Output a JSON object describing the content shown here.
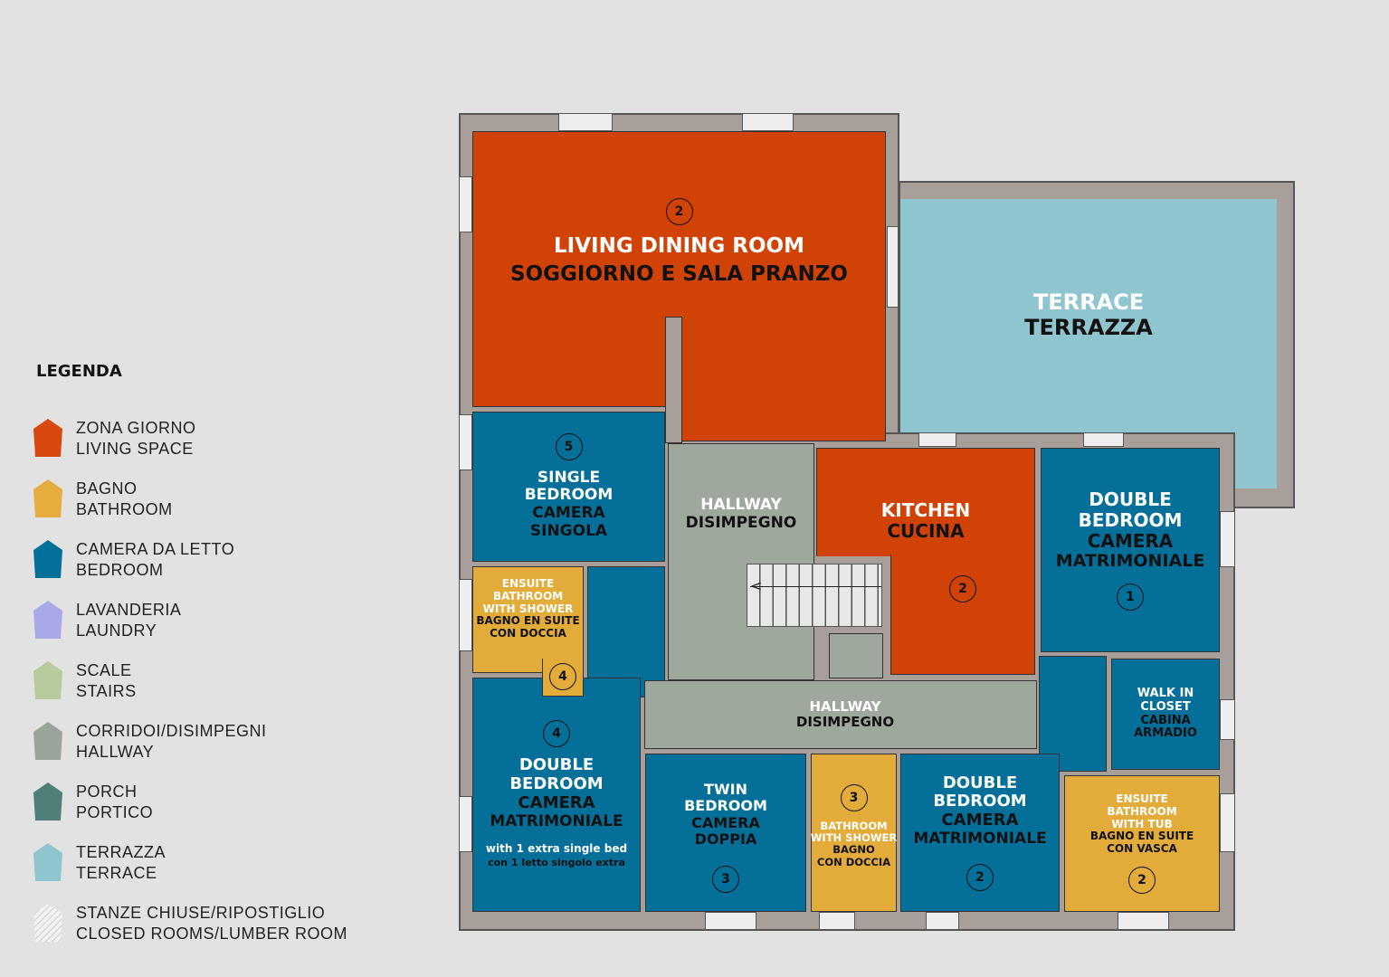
{
  "legend": {
    "title": "LEGENDA",
    "items": [
      {
        "line1": "ZONA GIORNO",
        "line2": "LIVING SPACE",
        "color": "#d9480f"
      },
      {
        "line1": "BAGNO",
        "line2": "BATHROOM",
        "color": "#e6ac3e"
      },
      {
        "line1": "CAMERA DA LETTO",
        "line2": "BEDROOM",
        "color": "#03709b"
      },
      {
        "line1": "LAVANDERIA",
        "line2": "LAUNDRY",
        "color": "#a9a8e9"
      },
      {
        "line1": "SCALE",
        "line2": "STAIRS",
        "color": "#b7cb9c"
      },
      {
        "line1": "CORRIDOI/DISIMPEGNI",
        "line2": "HALLWAY",
        "color": "#9aa49a"
      },
      {
        "line1": "PORCH",
        "line2": "PORTICO",
        "color": "#4e7f78"
      },
      {
        "line1": "TERRAZZA",
        "line2": "TERRACE",
        "color": "#8fc5cf"
      },
      {
        "line1": "STANZE CHIUSE/RIPOSTIGLIO",
        "line2": "CLOSED ROOMS/LUMBER ROOM",
        "color": "hatched"
      }
    ]
  },
  "rooms": {
    "living": {
      "num": "2",
      "en": "LIVING DINING ROOM",
      "it": "SOGGIORNO E SALA PRANZO"
    },
    "terrace": {
      "en": "TERRACE",
      "it": "TERRAZZA"
    },
    "single": {
      "num": "5",
      "en1": "SINGLE",
      "en2": "BEDROOM",
      "it1": "CAMERA",
      "it2": "SINGOLA"
    },
    "hall1": {
      "en": "HALLWAY",
      "it": "DISIMPEGNO"
    },
    "kitchen": {
      "num": "2",
      "en": "KITCHEN",
      "it": "CUCINA"
    },
    "double1": {
      "num": "1",
      "en1": "DOUBLE",
      "en2": "BEDROOM",
      "it1": "CAMERA",
      "it2": "MATRIMONIALE"
    },
    "ensuite4": {
      "num": "4",
      "en1": "ENSUITE",
      "en2": "BATHROOM",
      "en3": "WITH SHOWER",
      "it1": "BAGNO EN SUITE",
      "it2": "CON DOCCIA"
    },
    "hall2": {
      "en": "HALLWAY",
      "it": "DISIMPEGNO"
    },
    "closet": {
      "en1": "WALK IN",
      "en2": "CLOSET",
      "it1": "CABINA",
      "it2": "ARMADIO"
    },
    "double4": {
      "num": "4",
      "en1": "DOUBLE",
      "en2": "BEDROOM",
      "it1": "CAMERA",
      "it2": "MATRIMONIALE",
      "note1": "with 1 extra single bed",
      "note2": "con 1 letto singolo extra"
    },
    "twin": {
      "num": "3",
      "en1": "TWIN",
      "en2": "BEDROOM",
      "it1": "CAMERA",
      "it2": "DOPPIA"
    },
    "bath3": {
      "num": "3",
      "en1": "BATHROOM",
      "en2": "WITH SHOWER",
      "it1": "BAGNO",
      "it2": "CON DOCCIA"
    },
    "double2": {
      "num": "2",
      "en1": "DOUBLE",
      "en2": "BEDROOM",
      "it1": "CAMERA",
      "it2": "MATRIMONIALE"
    },
    "ensuite2": {
      "num": "2",
      "en1": "ENSUITE",
      "en2": "BATHROOM",
      "en3": "WITH TUB",
      "it1": "BAGNO EN SUITE",
      "it2": "CON VASCA"
    }
  }
}
